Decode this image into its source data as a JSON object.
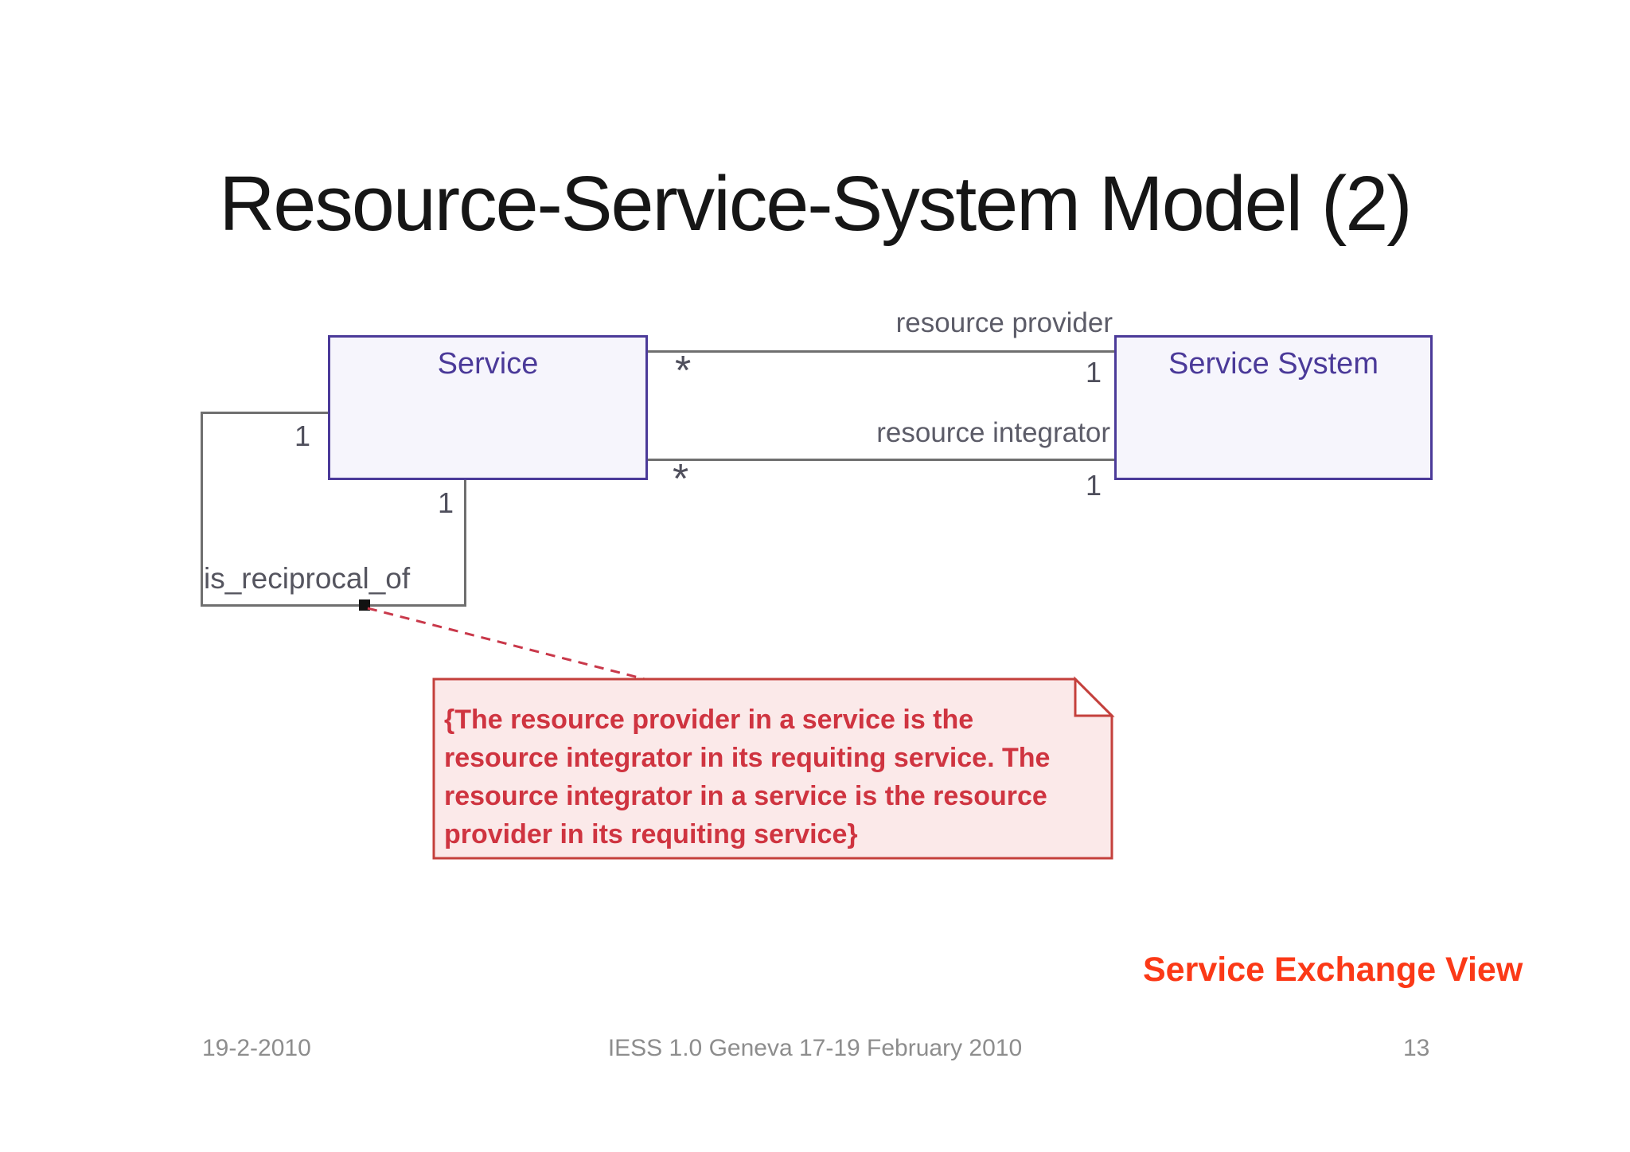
{
  "slide": {
    "title": "Resource-Service-System Model (2)",
    "annotation": "Service Exchange View",
    "footer": {
      "date": "19-2-2010",
      "event": "IESS 1.0 Geneva 17-19 February 2010",
      "page": "13"
    }
  },
  "diagram": {
    "classes": [
      {
        "name": "Service"
      },
      {
        "name": "Service System"
      }
    ],
    "associations": [
      {
        "role": "resource provider",
        "service_multiplicity": "*",
        "system_multiplicity": "1"
      },
      {
        "role": "resource integrator",
        "service_multiplicity": "*",
        "system_multiplicity": "1"
      }
    ],
    "self_association": {
      "name": "is_reciprocal_of",
      "multiplicity_a": "1",
      "multiplicity_b": "1"
    },
    "note": {
      "lines": [
        "{The resource provider in a service is the",
        "resource integrator in its requiting service. The",
        "resource integrator in a service is the resource",
        "provider in its requiting service}"
      ]
    },
    "colors": {
      "class_border": "#4b3a99",
      "class_fill": "#f6f5fc",
      "class_text": "#4b3a99",
      "line_gray": "#6f6f6f",
      "label_gray": "#5c5c68",
      "note_border": "#c4403c",
      "note_fill": "#fbe9e9",
      "note_text": "#cf3440",
      "connector_red": "#c9384a",
      "annotation_red": "#fb3917",
      "footer_gray": "#8d8d8d"
    }
  }
}
